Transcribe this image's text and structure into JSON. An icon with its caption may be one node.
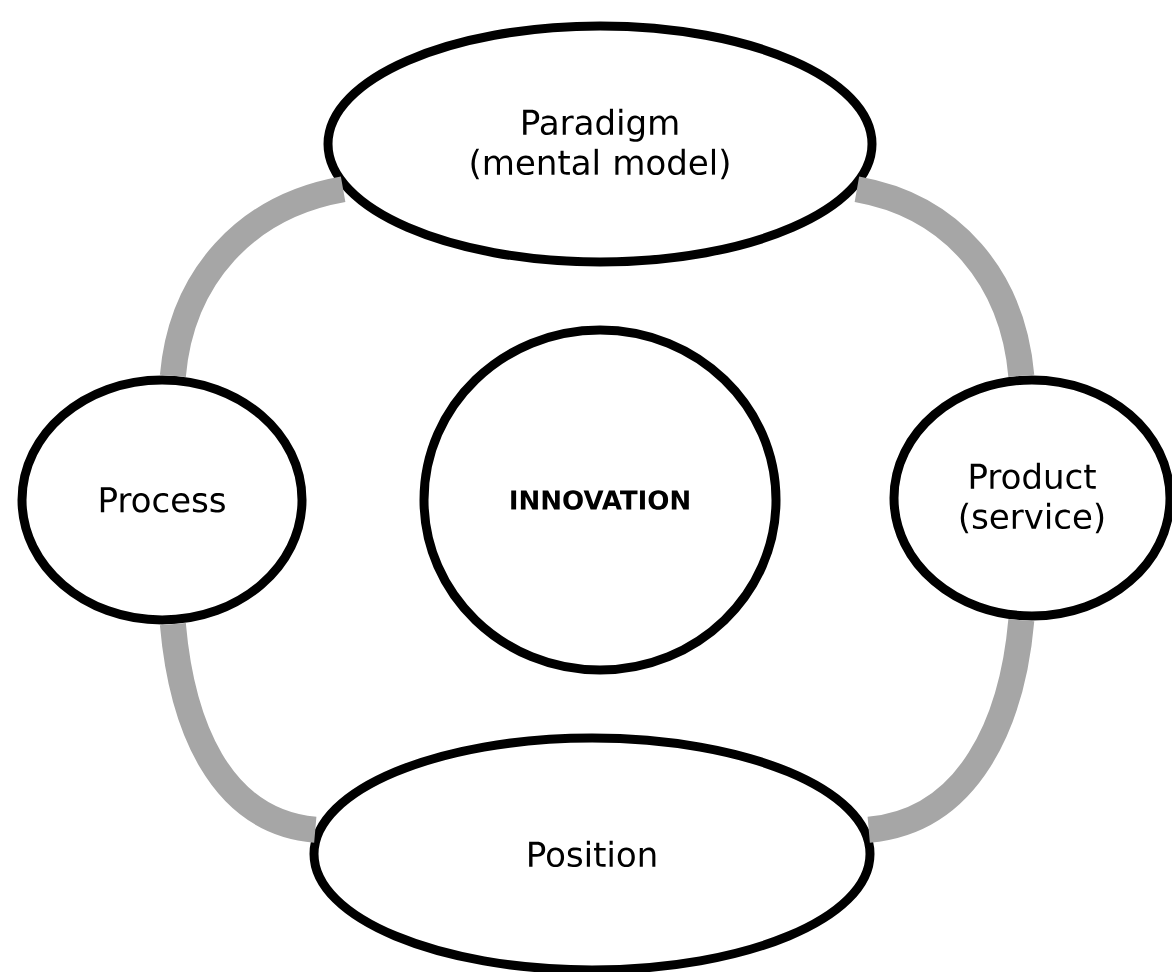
{
  "diagram": {
    "nodes": [
      {
        "text": [
          "Paradigm (mental model)"
        ]
      },
      {
        "text": [
          "Process"
        ]
      },
      {
        "text": [
          "INNOVATION"
        ]
      },
      {
        "text": [
          "Product (service)"
        ]
      },
      {
        "text": [
          "Position"
        ]
      }
    ],
    "edges": [
      {
        "from": 0,
        "to": 3,
        "arrow": "none"
      },
      {
        "from": 3,
        "to": 4,
        "arrow": "none"
      },
      {
        "from": 4,
        "to": 1,
        "arrow": "none"
      },
      {
        "from": 1,
        "to": 0,
        "arrow": "none"
      }
    ]
  }
}
